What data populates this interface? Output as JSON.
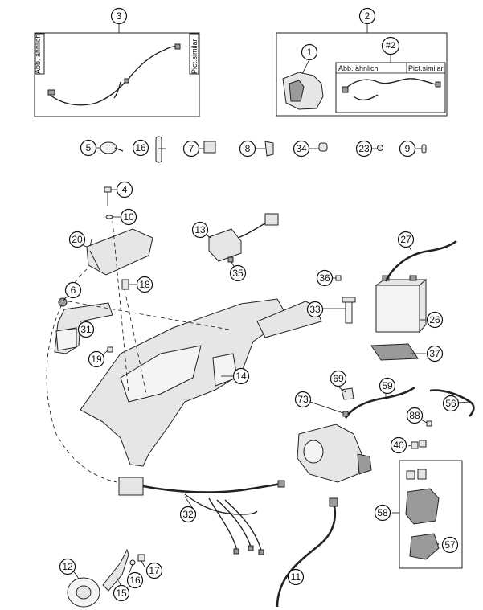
{
  "notes": {
    "abb_aehnlich": "Abb. ähnlich",
    "pict_similar": "Pict.similar"
  },
  "callouts": {
    "c1": "1",
    "c2": "2",
    "c3": "3",
    "c4": "4",
    "c5": "5",
    "c6": "6",
    "c7": "7",
    "c8": "8",
    "c9": "9",
    "c10": "10",
    "c11": "11",
    "c12": "12",
    "c13": "13",
    "c14": "14",
    "c15": "15",
    "c16a": "16",
    "c16b": "16",
    "c17": "17",
    "c18": "18",
    "c19": "19",
    "c20": "20",
    "c23": "23",
    "c26": "26",
    "c27": "27",
    "c31": "31",
    "c32": "32",
    "c33": "33",
    "c34": "34",
    "c35": "35",
    "c36": "36",
    "c37": "37",
    "c40": "40",
    "c56": "56",
    "c57": "57",
    "c58": "58",
    "c59": "59",
    "c69": "69",
    "c73": "73",
    "c88": "88",
    "c_sub2": "#2"
  }
}
